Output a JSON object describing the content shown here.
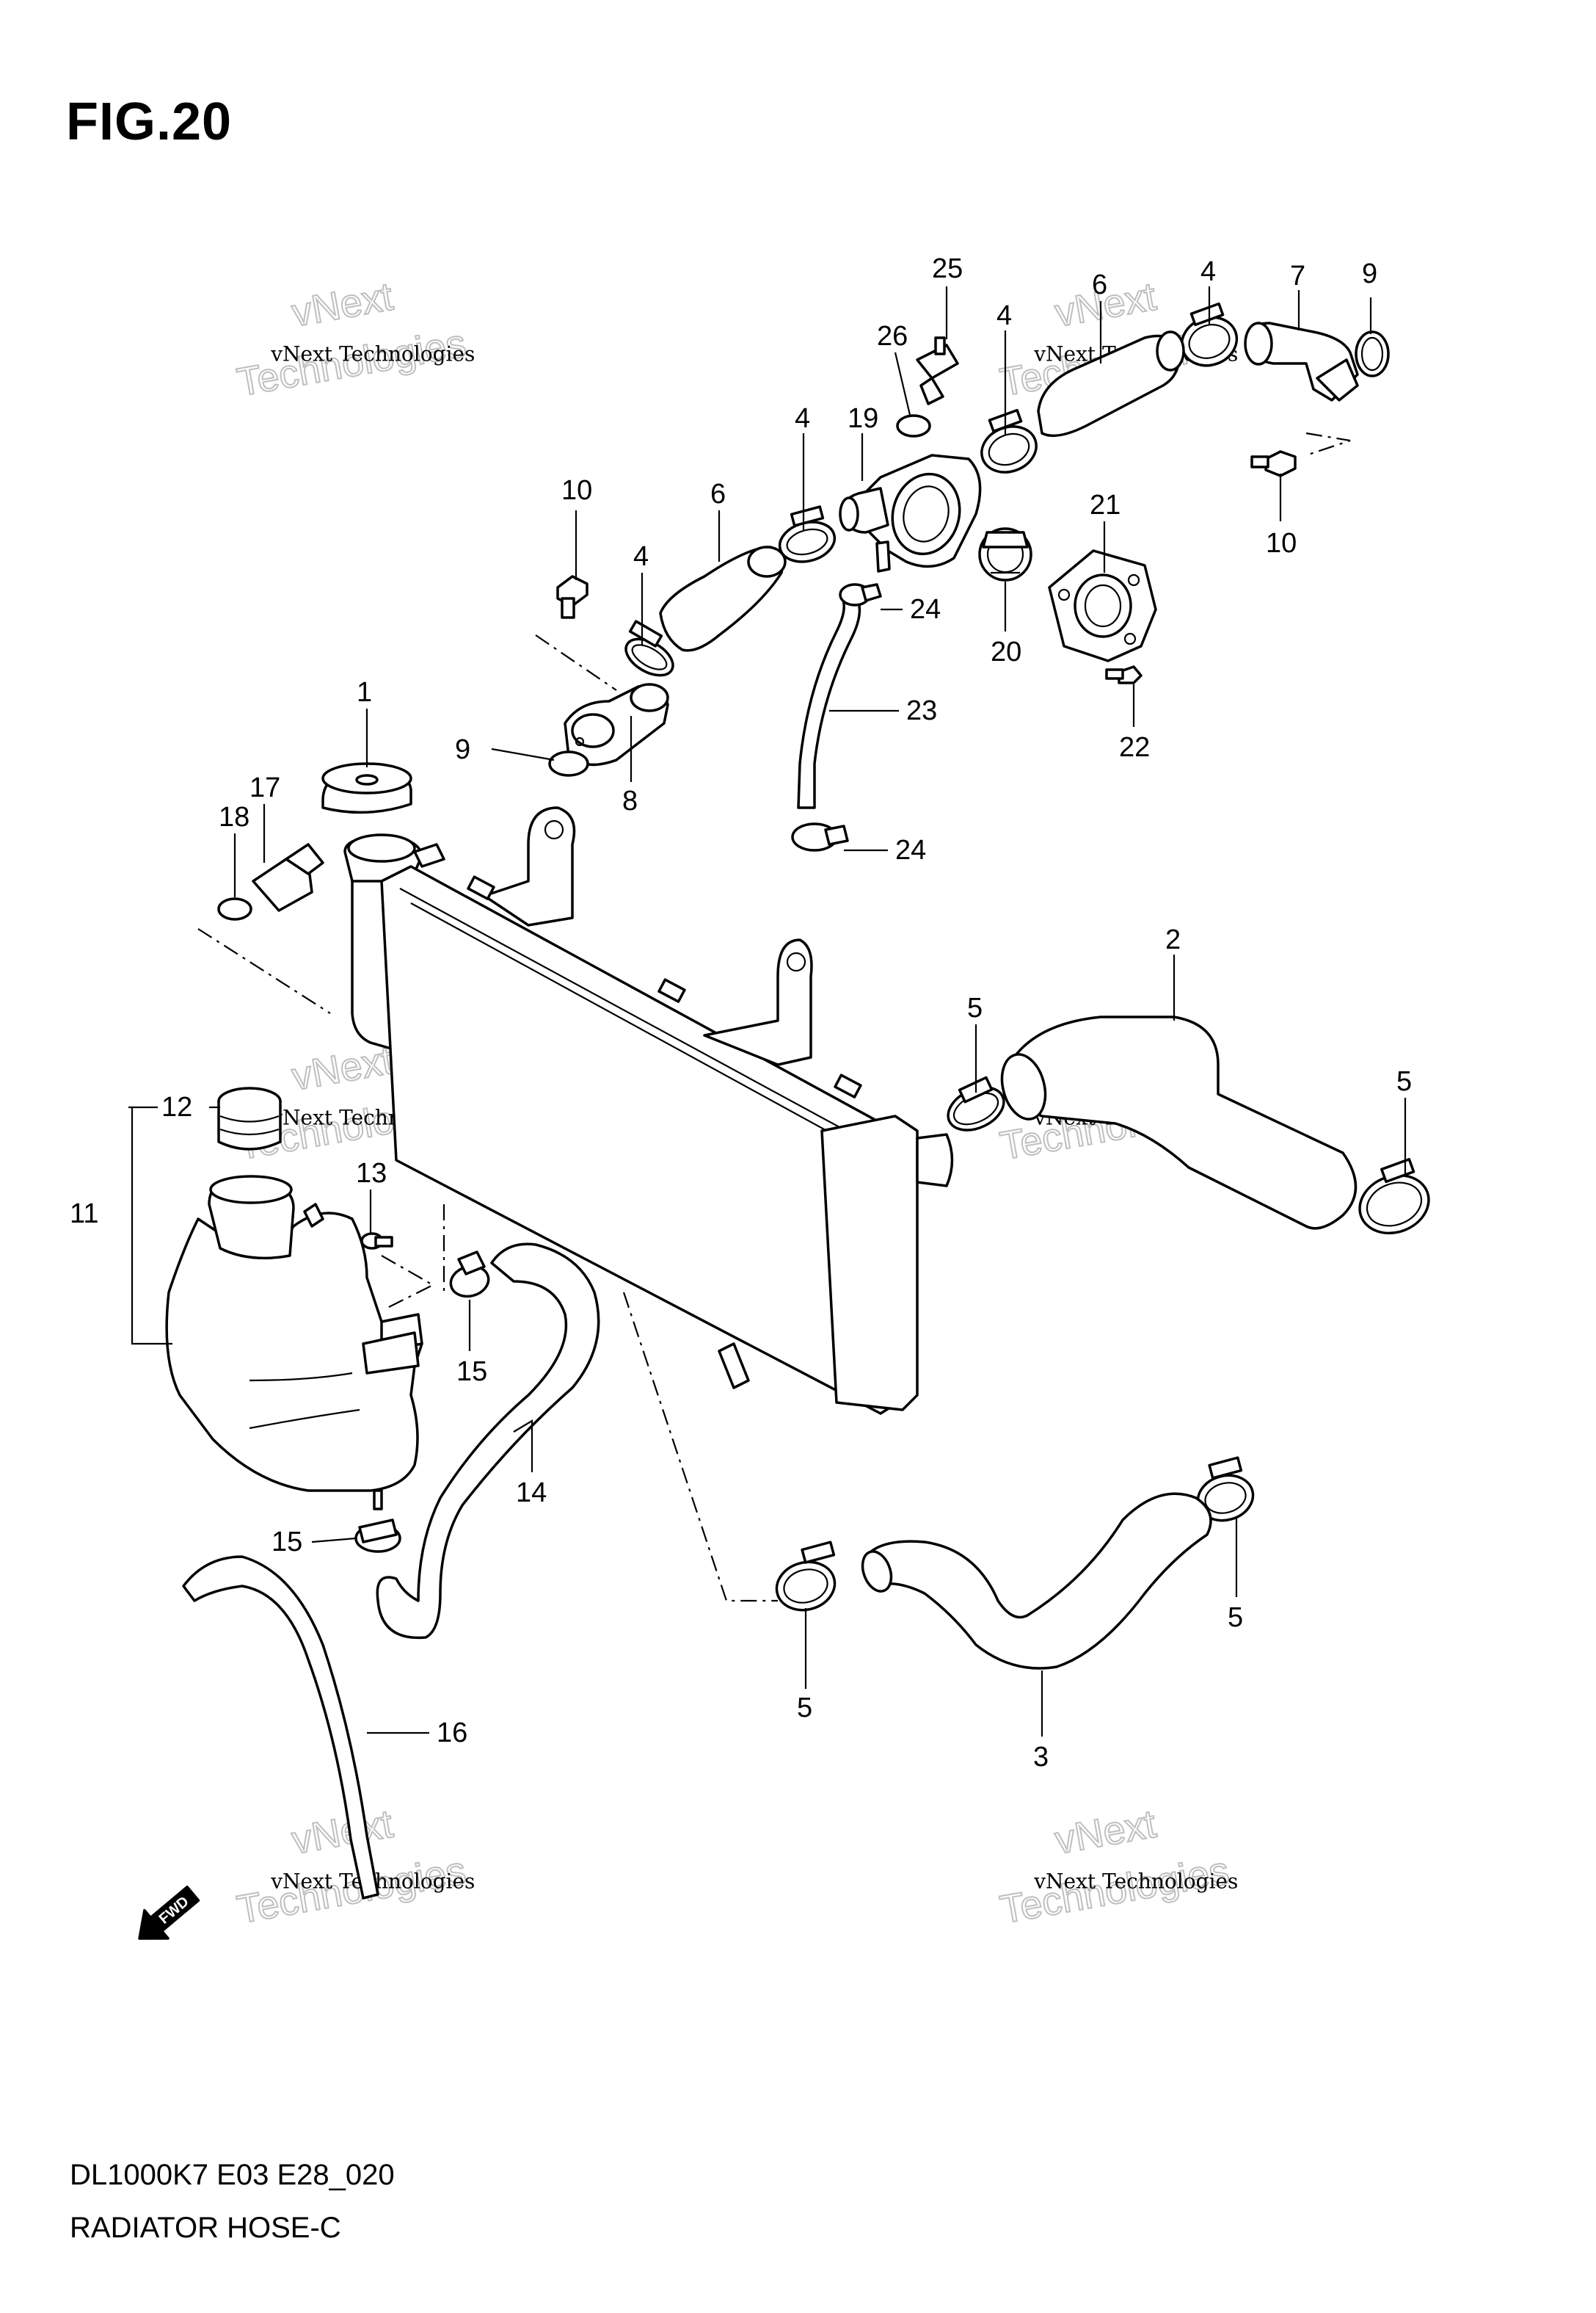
{
  "figure": {
    "title": "FIG.20",
    "model_code": "DL1000K7 E03 E28_020",
    "name": "RADIATOR HOSE-C"
  },
  "watermark": {
    "line1": "vNext Technologies",
    "line2": "vNext",
    "line3": "Technologies"
  },
  "fwd_arrow_label": "FWD",
  "callouts": [
    "1",
    "2",
    "3",
    "4",
    "5",
    "6",
    "7",
    "8",
    "9",
    "10",
    "11",
    "12",
    "13",
    "14",
    "15",
    "16",
    "17",
    "18",
    "19",
    "20",
    "21",
    "22",
    "23",
    "24",
    "25",
    "26"
  ]
}
